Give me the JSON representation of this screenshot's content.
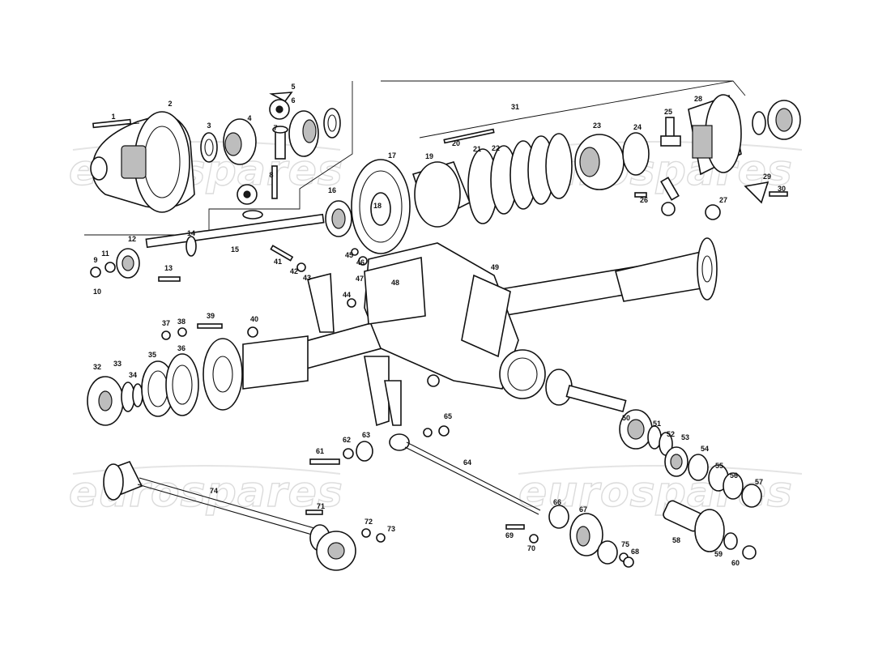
{
  "diagram": {
    "watermark": "eurospares",
    "callouts": [
      "1",
      "2",
      "3",
      "4",
      "5",
      "6",
      "7",
      "8",
      "9",
      "10",
      "11",
      "12",
      "13",
      "14",
      "15",
      "16",
      "17",
      "18",
      "19",
      "20",
      "21",
      "22",
      "23",
      "24",
      "25",
      "26",
      "27",
      "28",
      "29",
      "30",
      "31",
      "32",
      "33",
      "34",
      "35",
      "36",
      "37",
      "38",
      "39",
      "40",
      "41",
      "42",
      "43",
      "44",
      "45",
      "46",
      "47",
      "48",
      "49",
      "50",
      "51",
      "52",
      "53",
      "54",
      "55",
      "56",
      "57",
      "58",
      "59",
      "60",
      "61",
      "62",
      "63",
      "64",
      "65",
      "66",
      "67",
      "68",
      "69",
      "70",
      "71",
      "72",
      "73",
      "74",
      "75"
    ]
  }
}
